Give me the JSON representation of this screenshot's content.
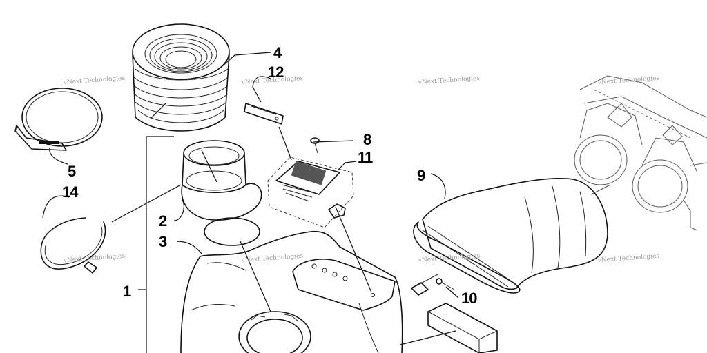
{
  "diagram": {
    "callouts": {
      "c1": "1",
      "c2": "2",
      "c3": "3",
      "c4": "4",
      "c5": "5",
      "c8": "8",
      "c9": "9",
      "c10": "10",
      "c11": "11",
      "c12": "12",
      "c14": "14"
    },
    "watermark": "vNext Technologies"
  }
}
